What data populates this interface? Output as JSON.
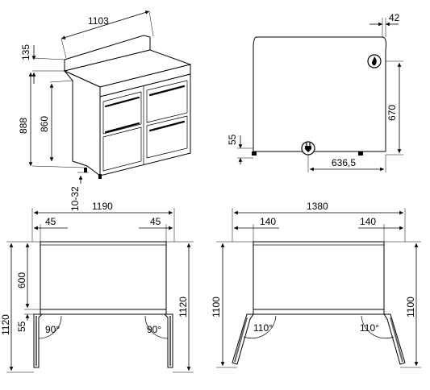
{
  "labels": {
    "width_top": "1103",
    "backguard": "135",
    "height_total": "888",
    "height_body": "860",
    "feet": "10-32",
    "side_offset": "42",
    "side_depth": "670",
    "side_gas": "55",
    "side_power": "636,5",
    "plan1_total": "1190",
    "plan1_left": "45",
    "plan1_right": "45",
    "plan1_depth_open_left": "1120",
    "plan1_depth_open_right": "1120",
    "plan1_depth": "600",
    "plan1_front": "55",
    "plan1_angle_left": "90°",
    "plan1_angle_right": "90°",
    "plan2_total": "1380",
    "plan2_left": "140",
    "plan2_right": "140",
    "plan2_depth_left": "1100",
    "plan2_depth_right": "1100",
    "plan2_angle_left": "110°",
    "plan2_angle_right": "110°"
  },
  "icons": {
    "gas": "flame-icon",
    "power": "plug-icon"
  }
}
